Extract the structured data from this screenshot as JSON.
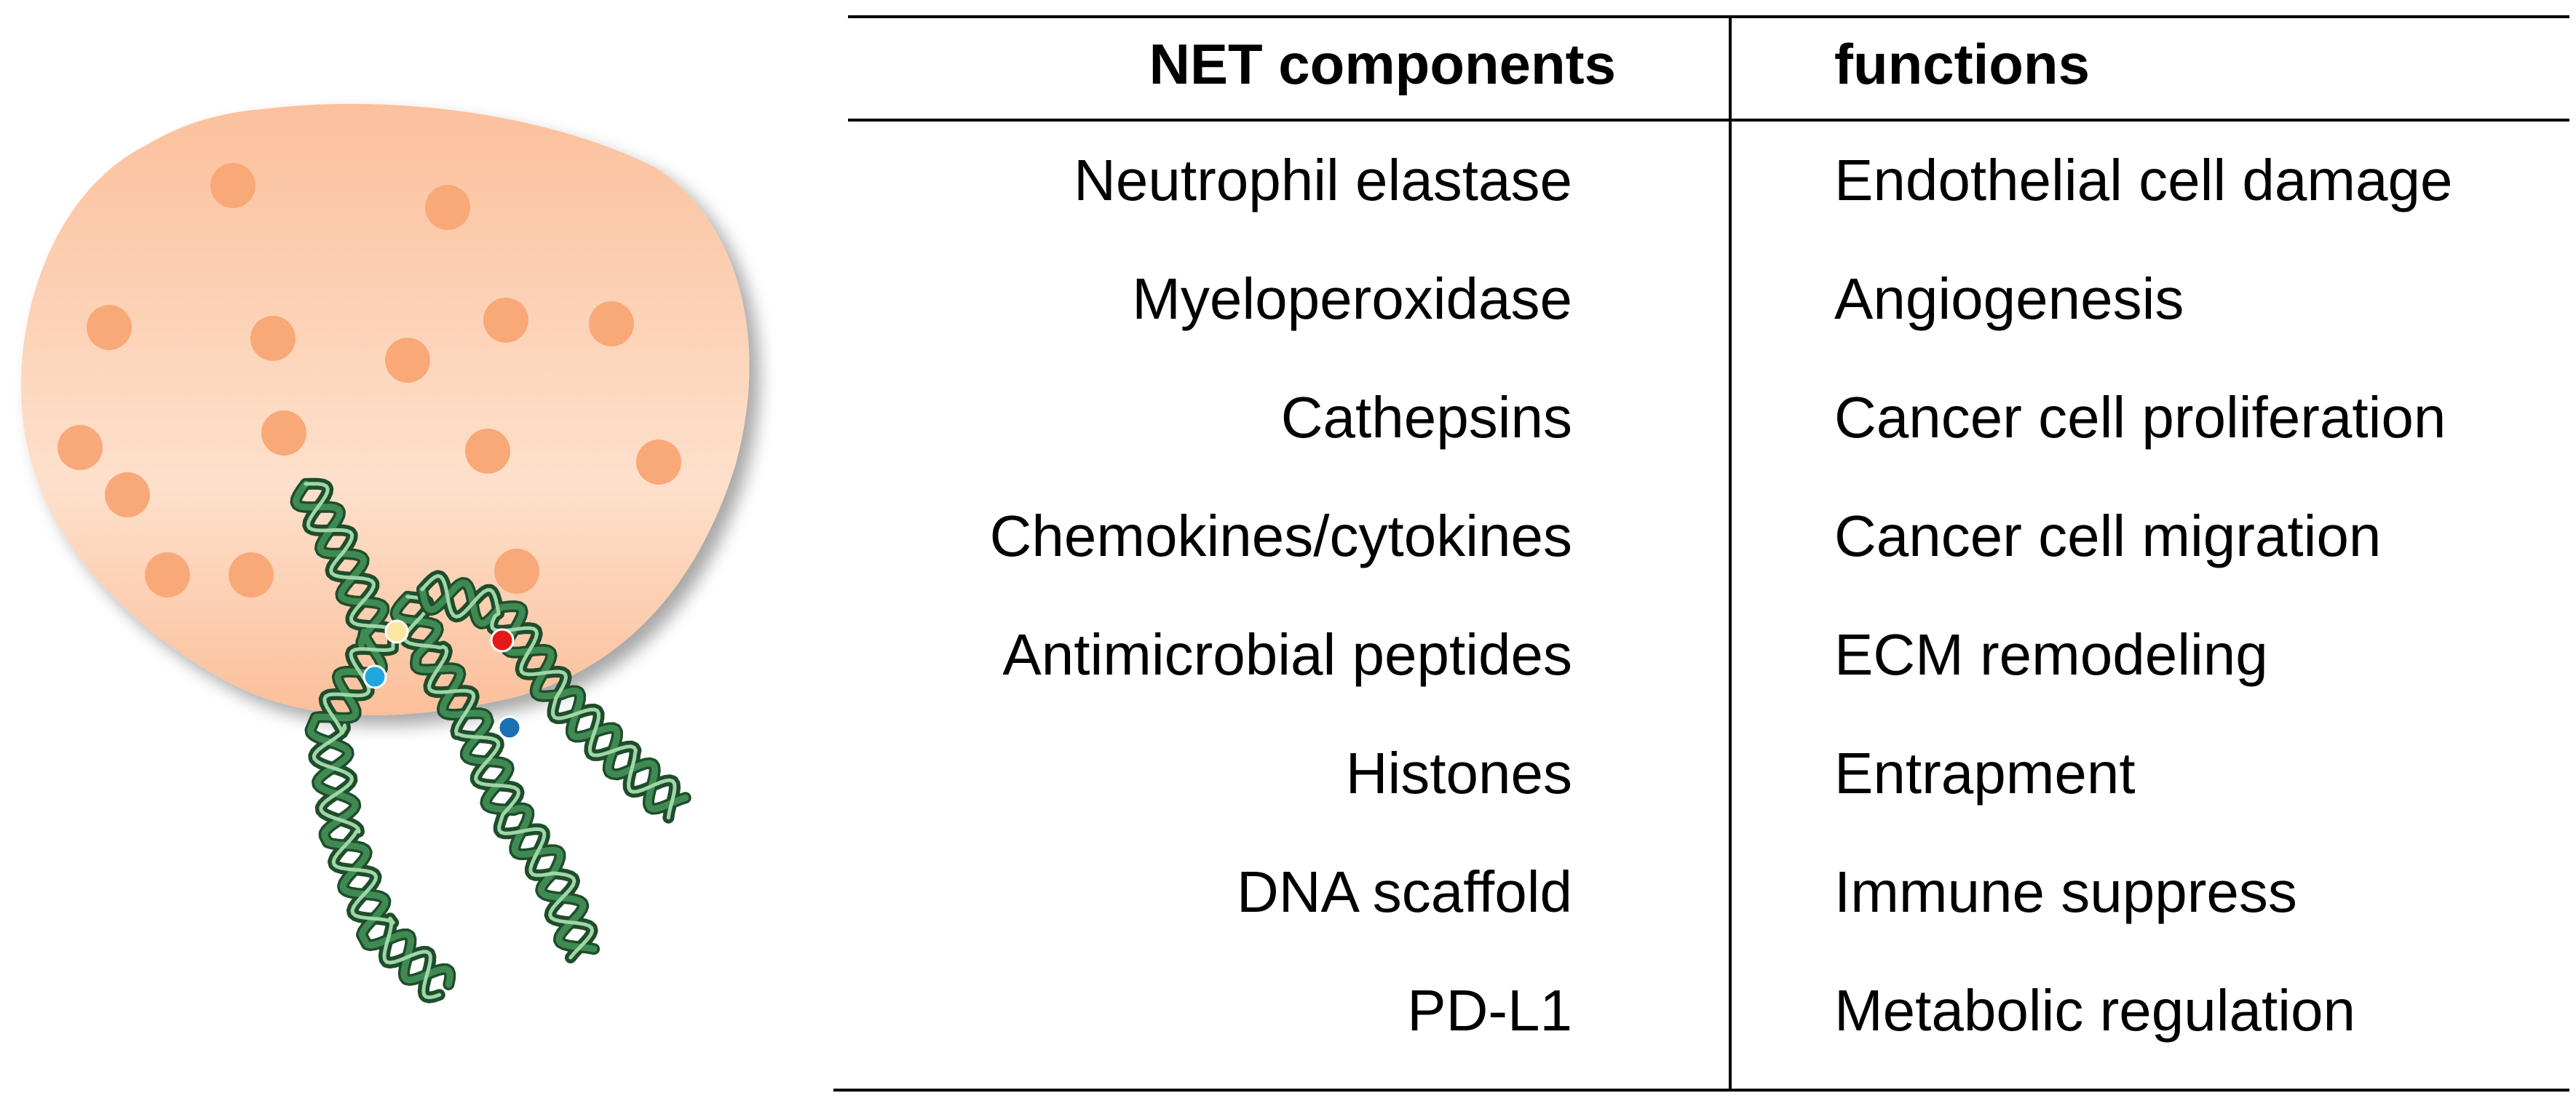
{
  "table": {
    "headers": {
      "components": "NET components",
      "functions": "functions"
    },
    "components": [
      "Neutrophil elastase",
      "Myeloperoxidase",
      "Cathepsins",
      "Chemokines/cytokines",
      "Antimicrobial peptides",
      "Histones",
      "DNA scaffold",
      "PD-L1"
    ],
    "functions": [
      "Endothelial cell damage",
      "Angiogenesis",
      "Cancer cell proliferation",
      "Cancer cell migration",
      "ECM remodeling",
      "Entrapment",
      "Immune suppress",
      "Metabolic regulation"
    ]
  },
  "colors": {
    "cell_body": "#fcc6a4",
    "cell_body_light": "#fde0cc",
    "granule": "#f9a878",
    "dna_strand": "#2e6b3f",
    "dna_highlight": "#8fcf9a",
    "marker_yellow": "#fbe7a1",
    "marker_red": "#e61919",
    "marker_cyan": "#1fa7e0",
    "marker_blue": "#1a6fb5"
  }
}
